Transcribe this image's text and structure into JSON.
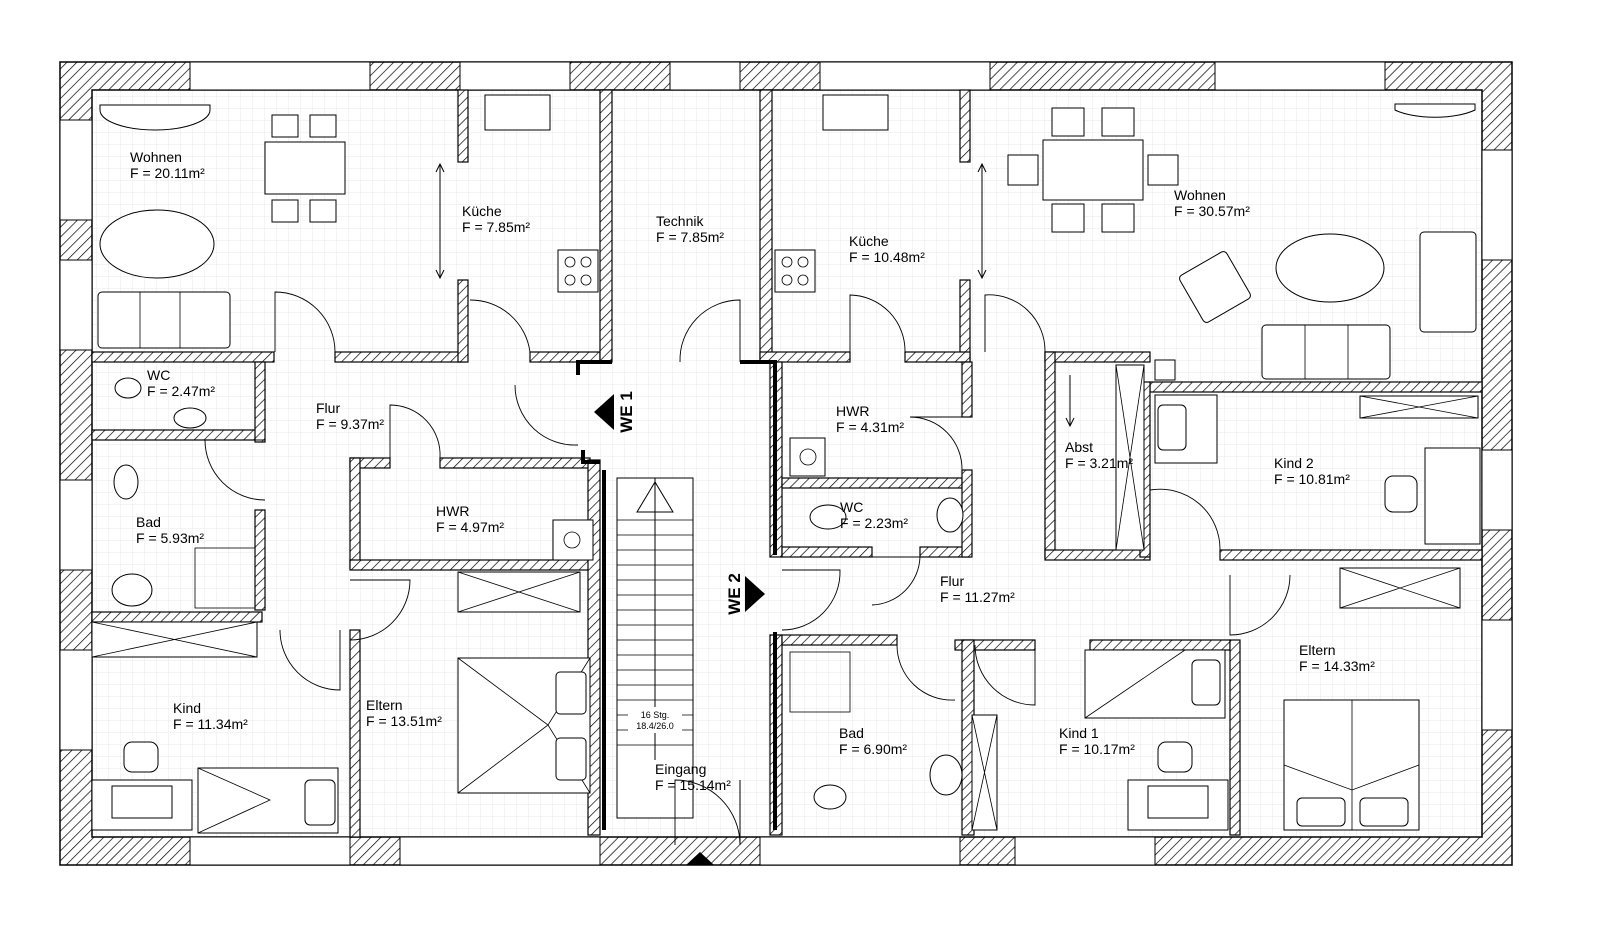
{
  "colors": {
    "line": "#000000",
    "grid": "#e4e4e4",
    "background": "#ffffff"
  },
  "rooms": [
    {
      "id": "wohnen-left",
      "name": "Wohnen",
      "area": "F = 20.11m²"
    },
    {
      "id": "kueche-left",
      "name": "Küche",
      "area": "F = 7.85m²"
    },
    {
      "id": "technik",
      "name": "Technik",
      "area": "F = 7.85m²"
    },
    {
      "id": "kueche-right",
      "name": "Küche",
      "area": "F = 10.48m²"
    },
    {
      "id": "wohnen-right",
      "name": "Wohnen",
      "area": "F = 30.57m²"
    },
    {
      "id": "wc-left",
      "name": "WC",
      "area": "F = 2.47m²"
    },
    {
      "id": "flur-left",
      "name": "Flur",
      "area": "F = 9.37m²"
    },
    {
      "id": "hwr-right",
      "name": "HWR",
      "area": "F = 4.31m²"
    },
    {
      "id": "abst",
      "name": "Abst",
      "area": "F = 3.21m²"
    },
    {
      "id": "kind2",
      "name": "Kind 2",
      "area": "F = 10.81m²"
    },
    {
      "id": "bad-left",
      "name": "Bad",
      "area": "F = 5.93m²"
    },
    {
      "id": "hwr-left",
      "name": "HWR",
      "area": "F = 4.97m²"
    },
    {
      "id": "wc-right",
      "name": "WC",
      "area": "F = 2.23m²"
    },
    {
      "id": "flur-right",
      "name": "Flur",
      "area": "F = 11.27m²"
    },
    {
      "id": "eltern-right",
      "name": "Eltern",
      "area": "F = 14.33m²"
    },
    {
      "id": "eltern-left",
      "name": "Eltern",
      "area": "F = 13.51m²"
    },
    {
      "id": "kind-left",
      "name": "Kind",
      "area": "F = 11.34m²"
    },
    {
      "id": "bad-right",
      "name": "Bad",
      "area": "F = 6.90m²"
    },
    {
      "id": "kind1",
      "name": "Kind 1",
      "area": "F = 10.17m²"
    },
    {
      "id": "eingang",
      "name": "Eingang",
      "area": "F = 15.14m²"
    }
  ],
  "units": {
    "we1": "WE 1",
    "we2": "WE 2"
  },
  "stairs": {
    "steps": "16 Stg.",
    "ratio": "18.4/26.0"
  }
}
